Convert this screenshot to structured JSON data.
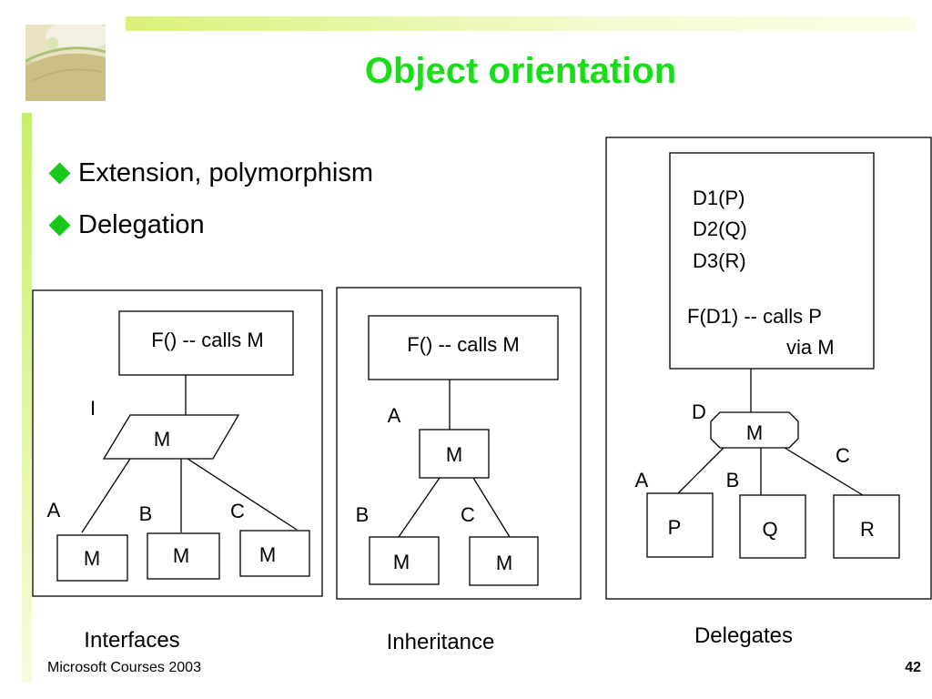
{
  "title": "Object orientation",
  "bullets": [
    "Extension, polymorphism",
    "Delegation"
  ],
  "colors": {
    "title": "#18dd18",
    "bullet_marker": "#18c818",
    "accent_bar": "#d8f27a"
  },
  "icons": {
    "logo": "lemon-slice-logo",
    "bullet": "diamond-bullet-icon"
  },
  "interfaces": {
    "caption": "Interfaces",
    "top_box": "F() -- calls M",
    "interface_label": "I",
    "interface_box": "M",
    "edge_labels": [
      "A",
      "B",
      "C"
    ],
    "leaf_boxes": [
      "M",
      "M",
      "M"
    ]
  },
  "inheritance": {
    "caption": "Inheritance",
    "top_box": "F() -- calls M",
    "base_label": "A",
    "base_box": "M",
    "edge_labels": [
      "B",
      "C"
    ],
    "leaf_boxes": [
      "M",
      "M"
    ]
  },
  "delegates": {
    "caption": "Delegates",
    "top_lines": [
      "D1(P)",
      "D2(Q)",
      "D3(R)"
    ],
    "call_lines": [
      "F(D1) -- calls P",
      "via M"
    ],
    "delegate_label": "D",
    "delegate_box": "M",
    "edge_labels": [
      "A",
      "B",
      "C"
    ],
    "leaf_boxes": [
      "P",
      "Q",
      "R"
    ]
  },
  "footer": {
    "left": "Microsoft Courses 2003",
    "page_number": "42"
  }
}
